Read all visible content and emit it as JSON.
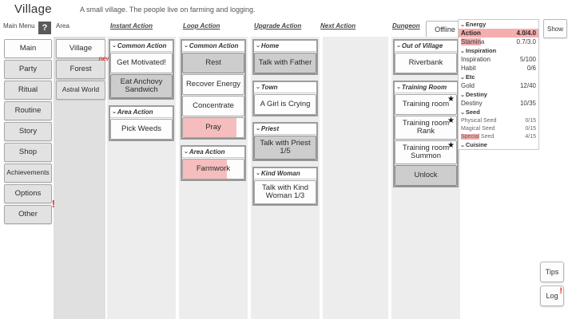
{
  "header": {
    "area_title": "Village",
    "area_description": "A small village. The people live on farming and logging."
  },
  "column_headers": {
    "main_menu": "Main Menu",
    "help": "?",
    "area": "Area",
    "instant_action": "Instant Action",
    "loop_action": "Loop Action",
    "upgrade_action": "Upgrade Action",
    "next_action": "Next Action",
    "dungeon": "Dungeon",
    "offline": "Offline"
  },
  "main_menu": {
    "items": [
      {
        "label": "Main",
        "selected": true
      },
      {
        "label": "Party",
        "selected": false
      },
      {
        "label": "Ritual",
        "selected": false
      },
      {
        "label": "Routine",
        "selected": false
      },
      {
        "label": "Story",
        "selected": false
      },
      {
        "label": "Shop",
        "selected": false
      },
      {
        "label": "Achievements",
        "selected": false
      },
      {
        "label": "Options",
        "selected": false
      },
      {
        "label": "Other",
        "selected": false,
        "badge": "!"
      }
    ]
  },
  "area_list": {
    "items": [
      {
        "label": "Village",
        "selected": true
      },
      {
        "label": "Forest",
        "selected": false,
        "badge": "new"
      },
      {
        "label": "Astral World",
        "selected": false
      }
    ]
  },
  "instant_action": {
    "groups": [
      {
        "title": "Common Action",
        "actions": [
          {
            "label": "Get Motivated!",
            "style": "white"
          },
          {
            "label": "Eat Anchovy Sandwich",
            "style": "grey",
            "tall": true
          }
        ]
      },
      {
        "title": "Area Action",
        "actions": [
          {
            "label": "Pick Weeds",
            "style": "white"
          }
        ]
      }
    ]
  },
  "loop_action": {
    "groups": [
      {
        "title": "Common Action",
        "actions": [
          {
            "label": "Rest",
            "style": "grey"
          },
          {
            "label": "Recover Energy",
            "style": "white"
          },
          {
            "label": "Concentrate",
            "style": "white"
          },
          {
            "label": "Pray",
            "style": "white",
            "progress": 88
          }
        ]
      },
      {
        "title": "Area Action",
        "actions": [
          {
            "label": "Farmwork",
            "style": "white",
            "progress": 72
          }
        ]
      }
    ]
  },
  "upgrade_action": {
    "groups": [
      {
        "title": "Home",
        "actions": [
          {
            "label": "Talk with Father",
            "style": "grey"
          }
        ]
      },
      {
        "title": "Town",
        "actions": [
          {
            "label": "A Girl is Crying",
            "style": "white"
          }
        ]
      },
      {
        "title": "Priest",
        "actions": [
          {
            "label": "Talk with Priest 1/5",
            "style": "grey",
            "tall": true
          }
        ]
      },
      {
        "title": "Kind Woman",
        "actions": [
          {
            "label": "Talk with Kind Woman 1/3",
            "style": "white",
            "tall": true
          }
        ]
      }
    ]
  },
  "next_action": {
    "groups": []
  },
  "dungeon": {
    "groups": [
      {
        "title": "Out of Village",
        "actions": [
          {
            "label": "Riverbank",
            "style": "white"
          }
        ]
      },
      {
        "title": "Training Room",
        "actions": [
          {
            "label": "Training room",
            "style": "white",
            "star": "★"
          },
          {
            "label": "Training room Rank",
            "style": "white",
            "star": "★",
            "tall": true
          },
          {
            "label": "Training room Summon",
            "style": "white",
            "star": "★",
            "tall": true
          },
          {
            "label": "Unlock",
            "style": "grey"
          }
        ]
      }
    ]
  },
  "status_panel": {
    "sections": [
      {
        "title": "Energy",
        "rows": [
          {
            "name": "Action",
            "value": "4.0/4.0",
            "highlight": true
          },
          {
            "name": "Stamina",
            "value": "0.7/3.0",
            "name_mark": "Stamin"
          }
        ]
      },
      {
        "title": "Inspiration",
        "rows": [
          {
            "name": "Inspiration",
            "value": "5/100"
          },
          {
            "name": "Habit",
            "value": "0/6"
          }
        ]
      },
      {
        "title": "Etc",
        "rows": [
          {
            "name": "Gold",
            "value": "12/40"
          }
        ]
      },
      {
        "title": "Destiny",
        "rows": [
          {
            "name": "Destiny",
            "value": "10/35"
          }
        ]
      },
      {
        "title": "Seed",
        "rows": [
          {
            "name": "Physical Seed",
            "value": "0/15",
            "small": true
          },
          {
            "name": "Magical Seed",
            "value": "0/15",
            "small": true
          },
          {
            "name": "Special Seed",
            "value": "4/15",
            "small": true,
            "name_mark": "Special"
          }
        ]
      },
      {
        "title": "Cuisine",
        "rows": []
      }
    ],
    "show_label": "Show"
  },
  "float_buttons": [
    {
      "label": "Tips"
    },
    {
      "label": "Log",
      "badge": "!"
    }
  ],
  "colors": {
    "accent_pink": "#f5aeae",
    "progress_fill": "#f5bdbd",
    "badge_red": "#e23b3b",
    "column_bg": "#ededed",
    "area_column_bg": "#e0e0e0",
    "button_grey": "#cdcdcd"
  }
}
